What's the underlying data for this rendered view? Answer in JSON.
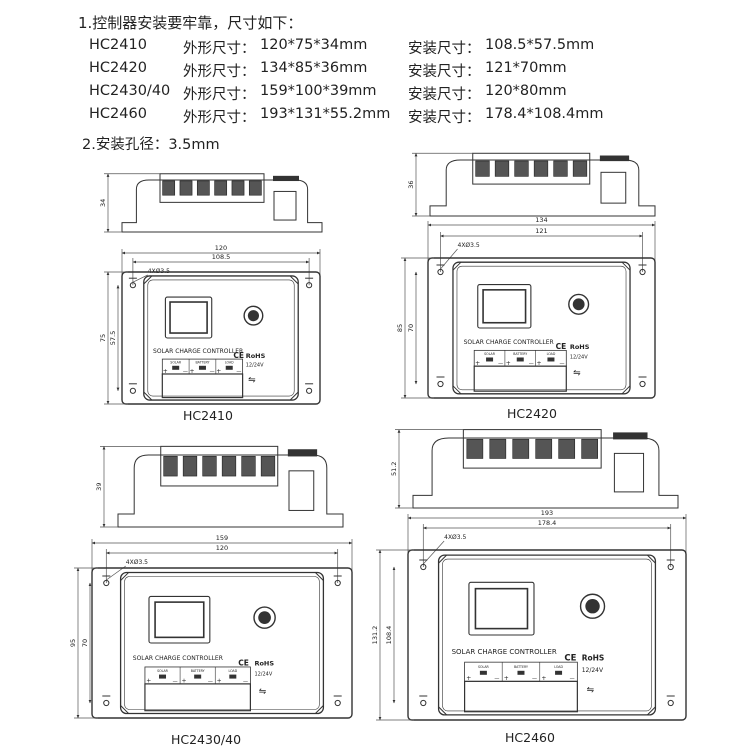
{
  "specs": {
    "heading1": "1.控制器安装要牢靠，尺寸如下：",
    "heading2": "2.安装孔径：3.5mm",
    "rows": [
      {
        "model": "HC2410",
        "outer_label": "外形尺寸：",
        "outer": "120*75*34mm",
        "mount_label": "安装尺寸：",
        "mount": "108.5*57.5mm"
      },
      {
        "model": "HC2420",
        "outer_label": "外形尺寸：",
        "outer": "134*85*36mm",
        "mount_label": "安装尺寸：",
        "mount": "121*70mm"
      },
      {
        "model": "HC2430/40",
        "outer_label": "外形尺寸：",
        "outer": "159*100*39mm",
        "mount_label": "安装尺寸：",
        "mount": "120*80mm"
      },
      {
        "model": "HC2460",
        "outer_label": "外形尺寸：",
        "outer": "193*131*55.2mm",
        "mount_label": "安装尺寸：",
        "mount": "178.4*108.4mm"
      }
    ]
  },
  "panel_text": {
    "controller": "SOLAR CHARGE CONTROLLER",
    "ce": "CE",
    "rohs": "RoHS",
    "voltage": "12/24V",
    "solar": "SOLAR",
    "battery": "BATTERY",
    "load": "LOAD",
    "plus": "+",
    "minus": "—"
  },
  "diagrams": [
    {
      "model": "HC2410",
      "height": "34",
      "width": "120",
      "mount_width": "108.5",
      "depth": "75",
      "mount_depth": "57.5",
      "hole": "4XØ3.5"
    },
    {
      "model": "HC2420",
      "height": "36",
      "width": "134",
      "mount_width": "121",
      "depth": "85",
      "mount_depth": "70",
      "hole": "4XØ3.5"
    },
    {
      "model": "HC2430/40",
      "height": "39",
      "width": "159",
      "mount_width": "120",
      "depth": "95",
      "mount_depth": "70",
      "hole": "4XØ3.5"
    },
    {
      "model": "HC2460",
      "height": "51.2",
      "width": "193",
      "mount_width": "178.4",
      "depth": "131.2",
      "mount_depth": "108.4",
      "hole": "4XØ3.5"
    }
  ]
}
